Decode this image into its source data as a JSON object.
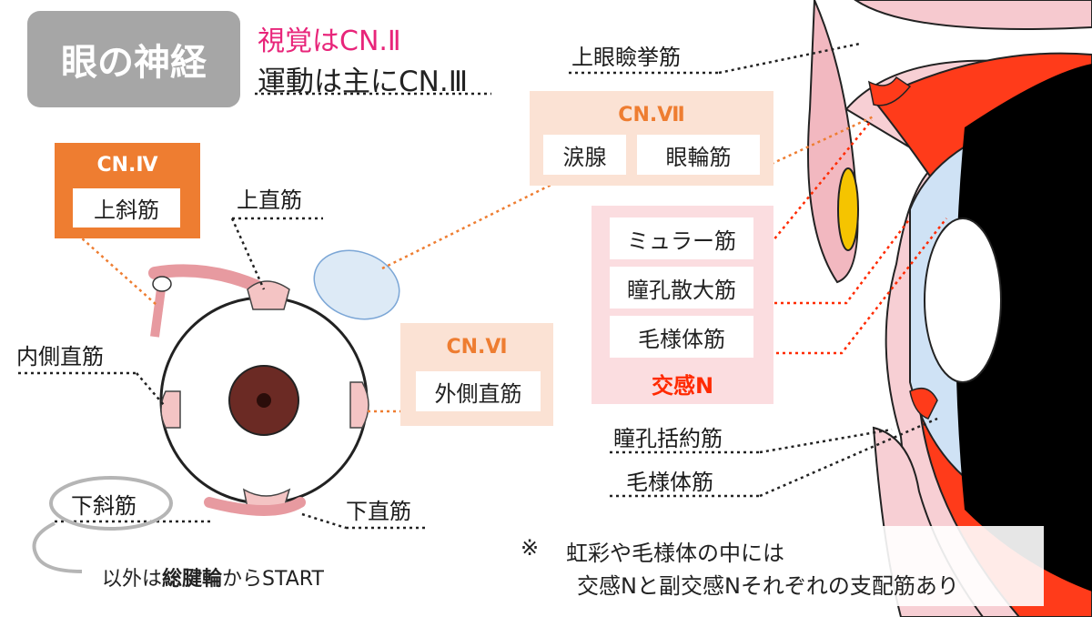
{
  "title": "眼の神経",
  "header": {
    "vision": "視覚はCN.Ⅱ",
    "motor": "運動は主にCN.Ⅲ"
  },
  "cn4": {
    "head": "CN.Ⅳ",
    "muscle": "上斜筋"
  },
  "cn6": {
    "head": "CN.Ⅵ",
    "muscle": "外側直筋"
  },
  "cn7": {
    "head": "CN.Ⅶ",
    "muscles": [
      "涙腺",
      "眼輪筋"
    ]
  },
  "sympathetic": {
    "muscles": [
      "ミュラー筋",
      "瞳孔散大筋",
      "毛様体筋"
    ],
    "label": "交感N"
  },
  "eye_labels": {
    "superior_rectus": "上直筋",
    "medial_rectus": "内側直筋",
    "inferior_oblique": "下斜筋",
    "inferior_rectus": "下直筋"
  },
  "right_labels": {
    "levator": "上眼瞼挙筋",
    "sphincter": "瞳孔括約筋",
    "ciliary": "毛様体筋"
  },
  "footer": {
    "origin_prefix": "以外は",
    "origin_bold": "総腱輪",
    "origin_suffix": "からSTART",
    "note_mark": "※",
    "note_line1": "虹彩や毛様体の中には",
    "note_line2": "交感Nと副交感Nそれぞれの支配筋あり"
  },
  "colors": {
    "orange": "#ee7d31",
    "peach": "#fbe2d4",
    "pink_panel": "#fbdde0",
    "red": "#ff2a00",
    "magenta": "#e8257a"
  }
}
